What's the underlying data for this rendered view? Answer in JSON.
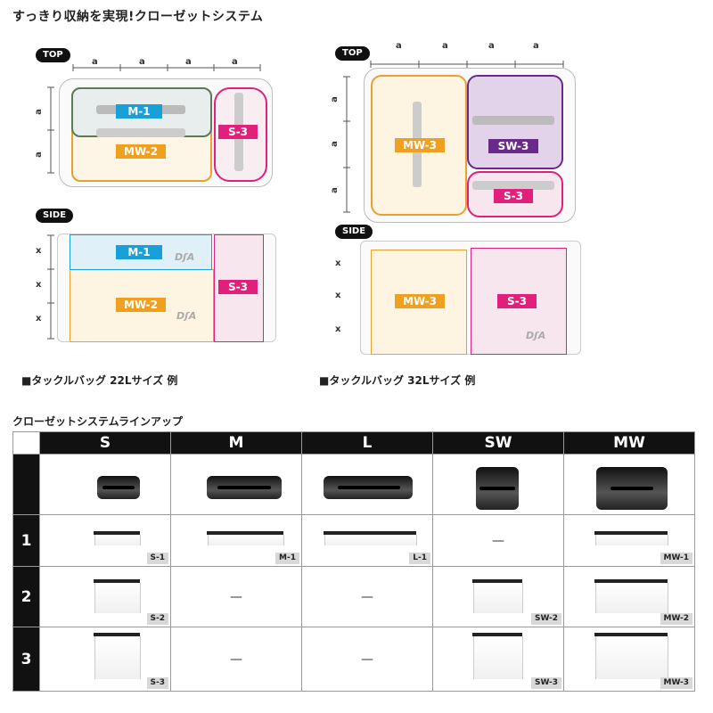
{
  "header": {
    "title": "すっきり収納を実現!クローゼットシステム"
  },
  "views": {
    "top": "TOP",
    "side": "SIDE"
  },
  "dims": {
    "a": "a",
    "x": "x"
  },
  "modules": {
    "m1": "M-1",
    "mw2": "MW-2",
    "s3": "S-3",
    "mw3": "MW-3",
    "sw3": "SW-3"
  },
  "logo": "DʃA",
  "captions": {
    "bag22": "■タックルバッグ 22Lサイズ 例",
    "bag32": "■タックルバッグ 32Lサイズ 例"
  },
  "lineup": {
    "title": "クローゼットシステムラインアップ",
    "columns": [
      "S",
      "M",
      "L",
      "SW",
      "MW"
    ],
    "rows": [
      "1",
      "2",
      "3"
    ],
    "dash": "—",
    "tags": {
      "r1": [
        "S-1",
        "M-1",
        "L-1",
        "",
        "MW-1"
      ],
      "r2": [
        "S-2",
        "",
        "",
        "SW-2",
        "MW-2"
      ],
      "r3": [
        "S-3",
        "",
        "",
        "SW-3",
        "MW-3"
      ]
    }
  },
  "colors": {
    "m1": "#1aa0d8",
    "mw": "#f0a020",
    "s3": "#e0207a",
    "sw3": "#6a2a8a",
    "m1_border": "#5a7a5a"
  }
}
